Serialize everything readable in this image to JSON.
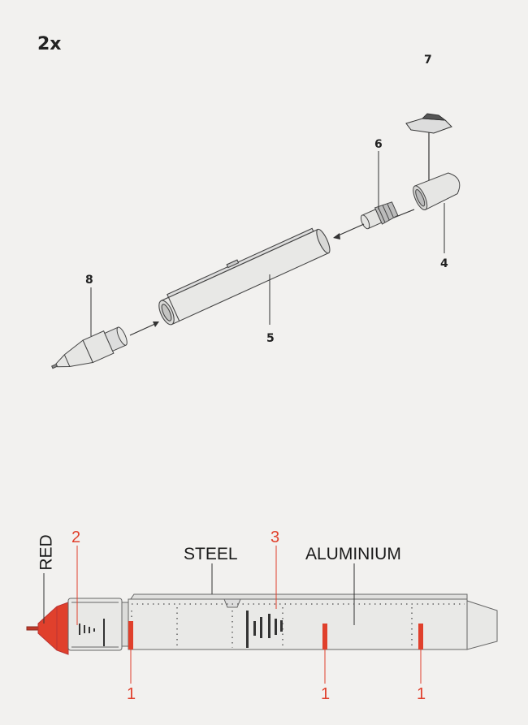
{
  "header": {
    "quantity": "2x"
  },
  "exploded_view": {
    "part_labels": [
      "7",
      "6",
      "4",
      "5",
      "8"
    ]
  },
  "profile_view": {
    "color_label": "RED",
    "material_labels": {
      "steel": "STEEL",
      "aluminium": "ALUMINIUM"
    },
    "decal_labels": {
      "fuze_decal": "2",
      "body_decal": "3",
      "band_1": "1",
      "band_2": "1",
      "band_3": "1"
    }
  },
  "colors": {
    "red": "#e0402c",
    "body": "#e8e8e6",
    "outline": "#555555"
  }
}
